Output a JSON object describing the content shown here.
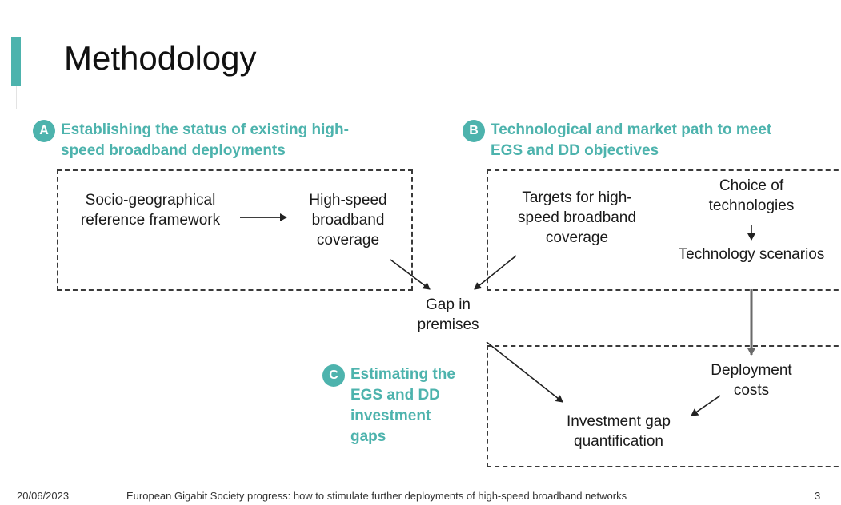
{
  "slide": {
    "title": "Methodology",
    "page_number": "3"
  },
  "sections": {
    "a": {
      "badge": "A",
      "title_line1": "Establishing the status of existing high-",
      "title_line2": "speed broadband deployments"
    },
    "b": {
      "badge": "B",
      "title_line1": "Technological and market path to meet",
      "title_line2": "EGS and DD objectives"
    },
    "c": {
      "badge": "C",
      "title_line1": "Estimating the",
      "title_line2": "EGS and DD",
      "title_line3": "investment",
      "title_line4": "gaps"
    }
  },
  "nodes": {
    "socio": {
      "line1": "Socio-geographical",
      "line2": "reference framework"
    },
    "coverage": {
      "line1": "High-speed",
      "line2": "broadband",
      "line3": "coverage"
    },
    "targets": {
      "line1": "Targets for high-",
      "line2": "speed broadband",
      "line3": "coverage"
    },
    "choice": {
      "line1": "Choice of",
      "line2": "technologies"
    },
    "scenarios": {
      "line1": "Technology scenarios"
    },
    "gap": {
      "line1": "Gap in",
      "line2": "premises"
    },
    "costs": {
      "line1": "Deployment",
      "line2": "costs"
    },
    "investment": {
      "line1": "Investment gap",
      "line2": "quantification"
    }
  },
  "footer": {
    "date": "20/06/2023",
    "text": "European Gigabit Society progress: how to stimulate further deployments of high-speed broadband networks"
  },
  "colors": {
    "accent": "#4db3ad",
    "text": "#1a1a1a",
    "border": "#3a3a3a"
  }
}
